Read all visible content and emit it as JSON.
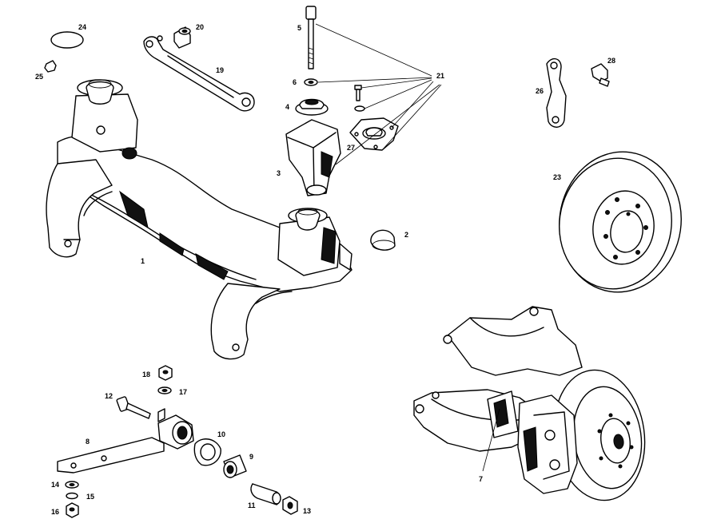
{
  "callouts": {
    "c1": "1",
    "c2": "2",
    "c3": "3",
    "c4": "4",
    "c5": "5",
    "c6": "6",
    "c7": "7",
    "c8": "8",
    "c9": "9",
    "c10": "10",
    "c11": "11",
    "c12": "12",
    "c13": "13",
    "c14": "14",
    "c15": "15",
    "c16": "16",
    "c17": "17",
    "c18": "18",
    "c19": "19",
    "c20": "20",
    "c21": "21",
    "c23": "23",
    "c24": "24",
    "c25": "25",
    "c26": "26",
    "c27": "27",
    "c28": "28"
  }
}
